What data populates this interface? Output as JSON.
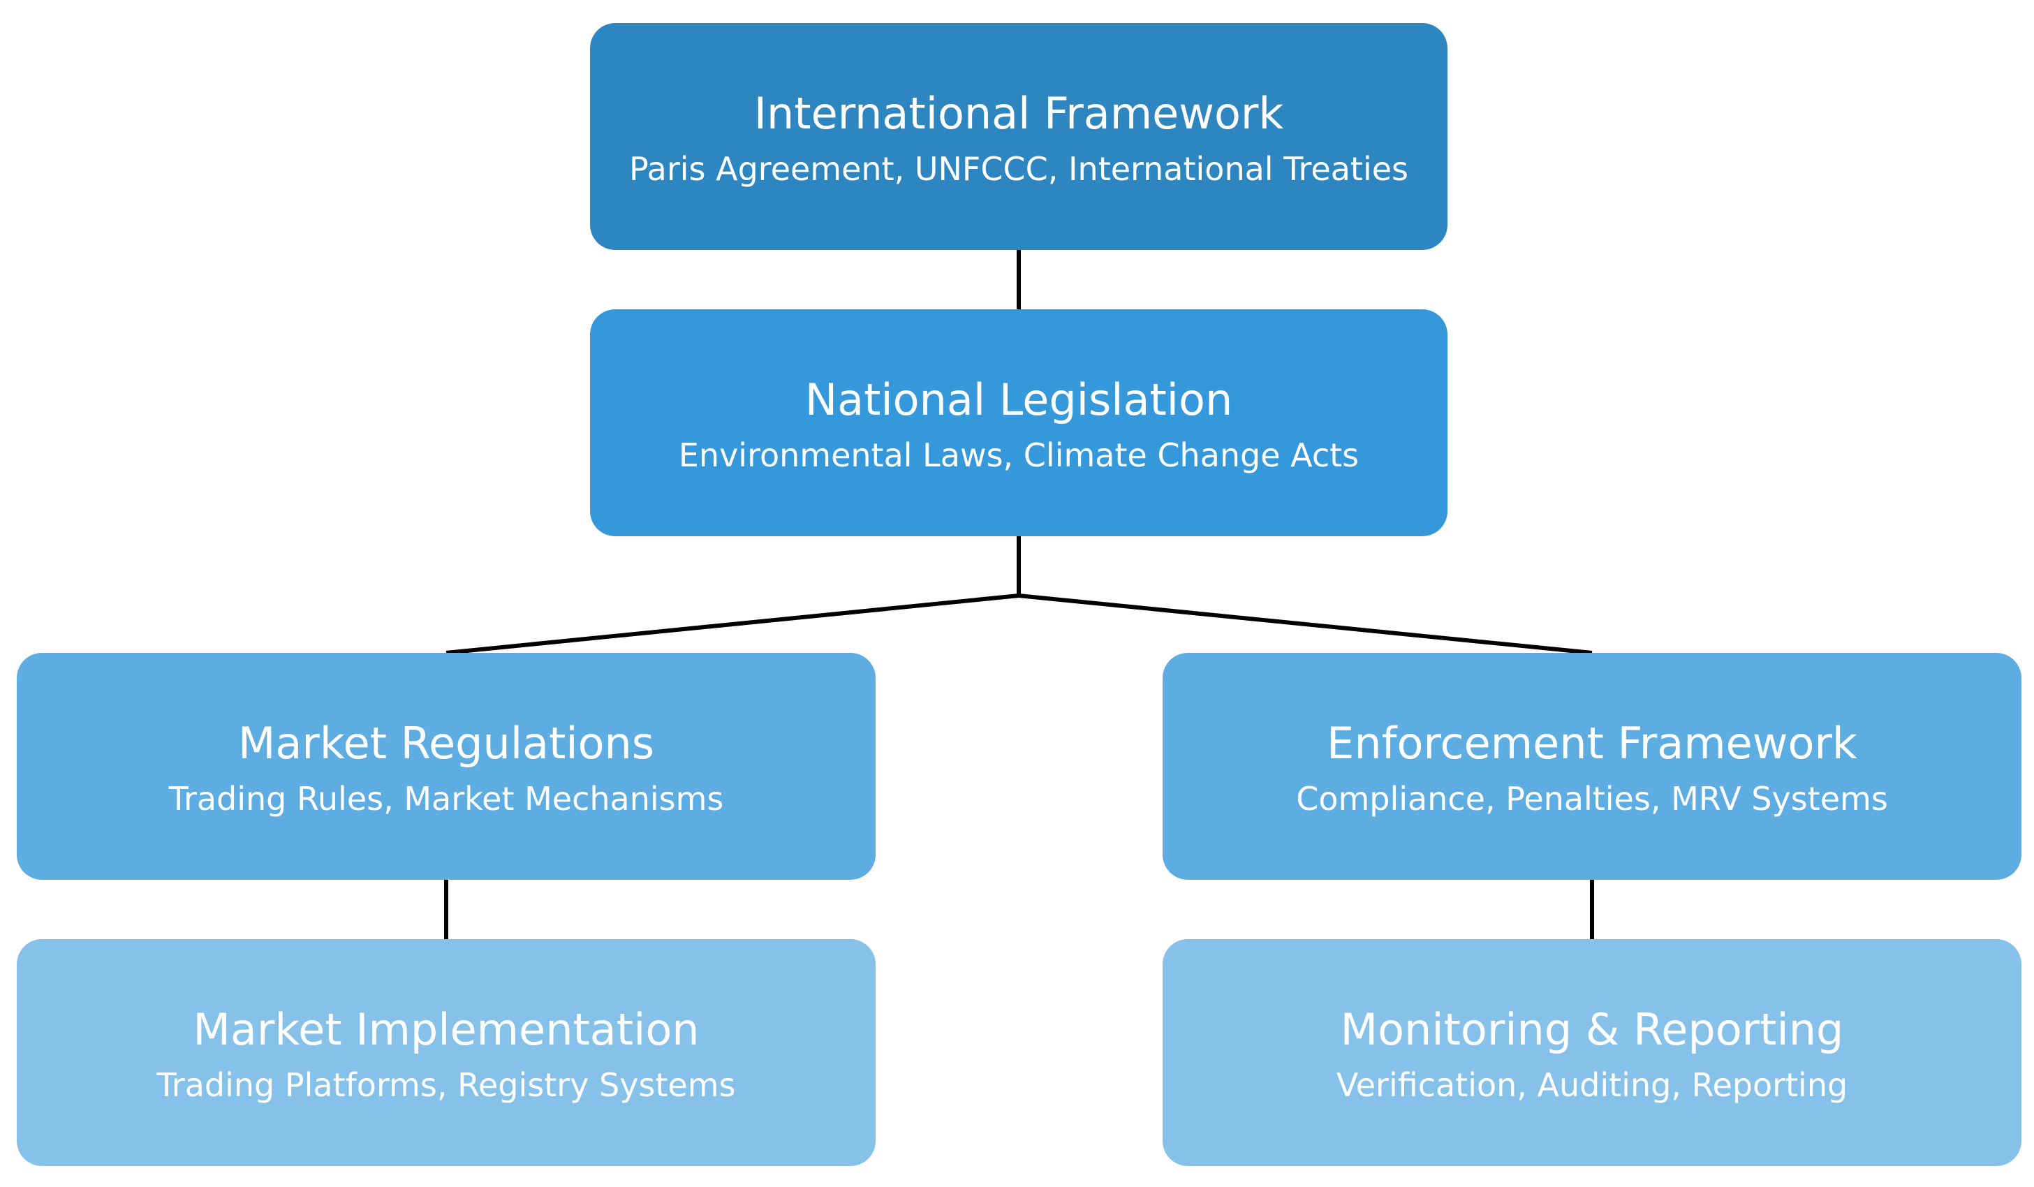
{
  "diagram": {
    "type": "hierarchy",
    "colors": {
      "level_1": "#2e86c1",
      "level_2": "#3498db",
      "level_3": "#5dade2",
      "level_4": "#85c1e9",
      "connector": "#000000",
      "text": "#ffffff"
    },
    "nodes": {
      "international": {
        "title": "International Framework",
        "subtitle": "Paris Agreement, UNFCCC, International Treaties"
      },
      "national": {
        "title": "National Legislation",
        "subtitle": "Environmental Laws, Climate Change Acts"
      },
      "market_regulations": {
        "title": "Market Regulations",
        "subtitle": "Trading Rules, Market Mechanisms"
      },
      "enforcement": {
        "title": "Enforcement Framework",
        "subtitle": "Compliance, Penalties, MRV Systems"
      },
      "market_implementation": {
        "title": "Market Implementation",
        "subtitle": "Trading Platforms, Registry Systems"
      },
      "monitoring": {
        "title": "Monitoring & Reporting",
        "subtitle": "Verification, Auditing, Reporting"
      }
    },
    "edges": [
      {
        "from": "International Framework",
        "to": "National Legislation"
      },
      {
        "from": "National Legislation",
        "to": "Market Regulations"
      },
      {
        "from": "National Legislation",
        "to": "Enforcement Framework"
      },
      {
        "from": "Market Regulations",
        "to": "Market Implementation"
      },
      {
        "from": "Enforcement Framework",
        "to": "Monitoring & Reporting"
      }
    ]
  }
}
